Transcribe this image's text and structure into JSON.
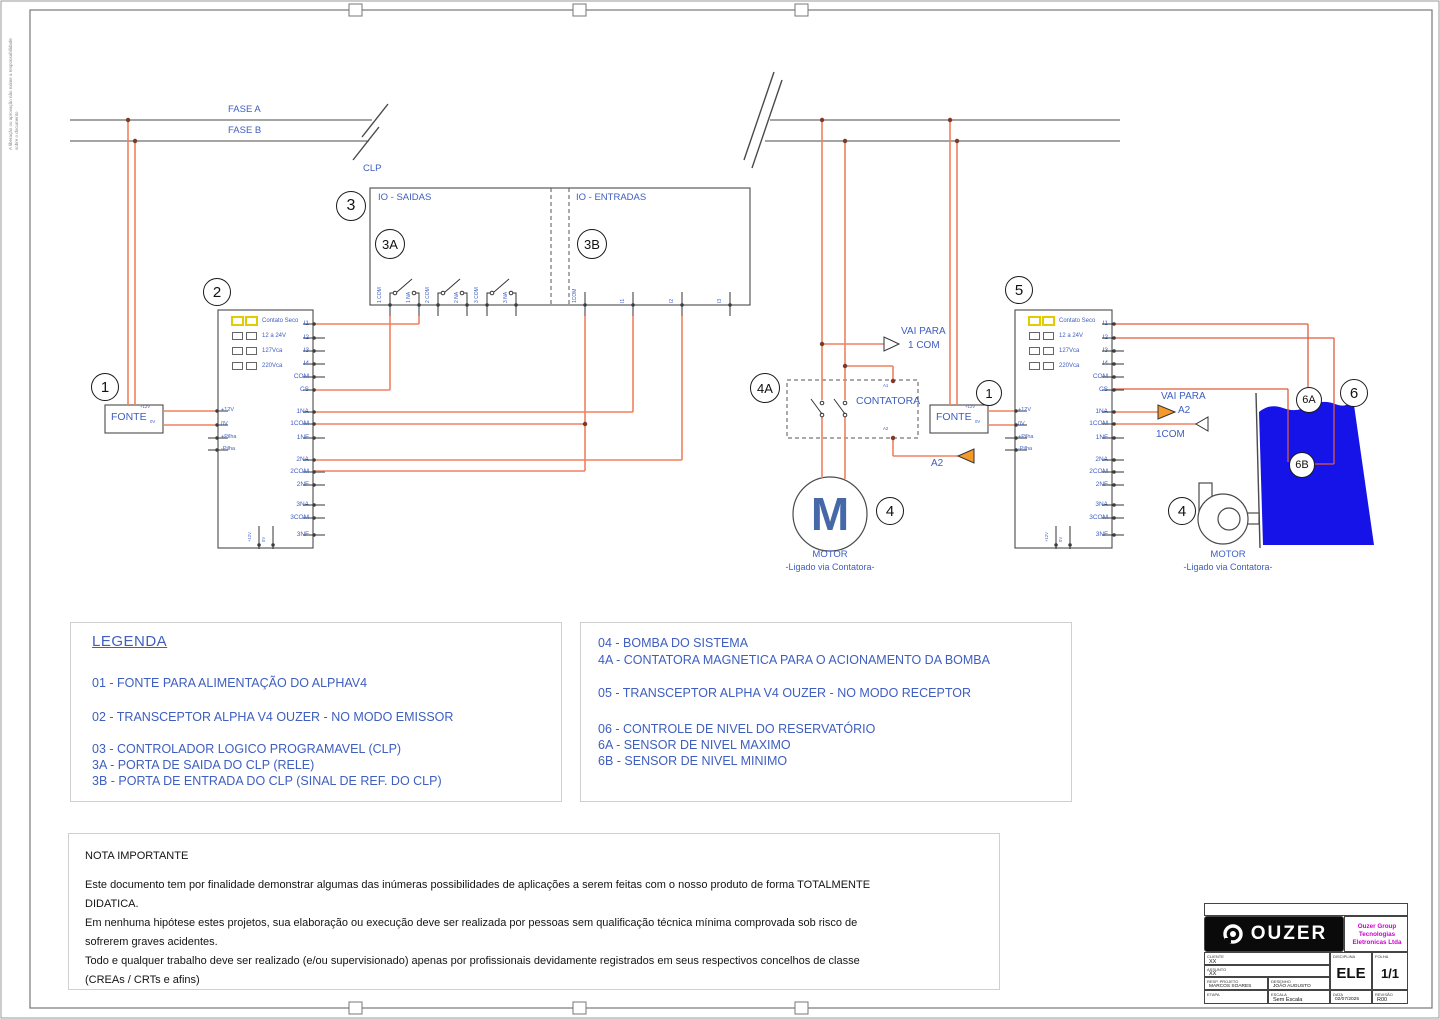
{
  "margin_note": "A liberação ou aprovação não exime a responsabilidade sobre o documento",
  "colors": {
    "wire": "#F0815F",
    "sensor_wire": "#E05A3A",
    "blue": "#3E5EC0",
    "tank": "#1513E8",
    "led_active": "#E0CC00",
    "magenta": "#CC00CC",
    "connector_fill": "#F59A28"
  },
  "bus": {
    "fase_a": "FASE A",
    "fase_b": "FASE B",
    "clp": "CLP"
  },
  "callouts": {
    "c1": "1",
    "c2": "2",
    "c3": "3",
    "c3a": "3A",
    "c3b": "3B",
    "c4": "4",
    "c4a": "4A",
    "c5": "5",
    "c6": "6",
    "c6a": "6A",
    "c6b": "6B"
  },
  "clp": {
    "saidas": "IO - SAIDAS",
    "entradas": "IO - ENTRADAS",
    "saida_terms": [
      "1 COM",
      "1 NA",
      "2 COM",
      "2 NA",
      "3 COM",
      "3 NA"
    ],
    "entrada_terms": [
      "1COM",
      "I1",
      "I2",
      "I3"
    ]
  },
  "fonte": {
    "label": "FONTE",
    "v12": "+12V",
    "v0": "0V"
  },
  "tr": {
    "leds": [
      "Contato Seco",
      "12 a 24V",
      "127Vca",
      "220Vca"
    ],
    "left": [
      "+12V",
      "0V",
      "+Pilha",
      "-Pilha"
    ],
    "inputs": [
      "I1",
      "I2",
      "I3",
      "I4",
      "COM",
      "CS"
    ],
    "relays": [
      "1NA",
      "1COM",
      "1NF",
      "2NA",
      "2COM",
      "2NF",
      "3NA",
      "3COM",
      "3NF"
    ],
    "bottom": [
      "+12V",
      "0V"
    ]
  },
  "contactor": {
    "label": "CONTATORA",
    "a1": "A1",
    "a2": "A2"
  },
  "conn": {
    "vai_para": "VAI PARA",
    "to_1com": "1 COM",
    "a2": "A2",
    "from_1com": "1COM"
  },
  "motor": {
    "m": "M",
    "name": "MOTOR",
    "sub": "-Ligado via Contatora-"
  },
  "legend": {
    "title": "LEGENDA",
    "items_left": [
      "01 - FONTE PARA ALIMENTAÇÃO DO ALPHAV4",
      "02 - TRANSCEPTOR ALPHA V4 OUZER - NO MODO EMISSOR",
      "03 - CONTROLADOR LOGICO PROGRAMAVEL (CLP)",
      "3A - PORTA DE SAIDA DO CLP (RELE)",
      "3B - PORTA DE ENTRADA DO CLP (SINAL DE REF. DO CLP)"
    ],
    "items_right": [
      "04 - BOMBA DO SISTEMA",
      "4A - CONTATORA MAGNETICA PARA O ACIONAMENTO DA BOMBA",
      "05 - TRANSCEPTOR ALPHA V4 OUZER - NO MODO RECEPTOR",
      "06 - CONTROLE DE NIVEL DO RESERVATÓRIO",
      "6A - SENSOR DE NIVEL MAXIMO",
      "6B - SENSOR DE NIVEL MINIMO"
    ]
  },
  "note": {
    "title": "NOTA IMPORTANTE",
    "lines": [
      "Este documento tem por finalidade demonstrar algumas das inúmeras possibilidades de aplicações a serem feitas com o nosso produto de forma TOTALMENTE",
      "DIDATICA.",
      "Em nenhuma hipótese estes projetos, sua elaboração ou execução deve ser realizada por pessoas sem qualificação técnica mínima comprovada sob risco de",
      "sofrerem graves acidentes.",
      " Todo e qualquer trabalho deve ser realizado (e/ou supervisionado) apenas por profissionais devidamente registrados em seus respectivos concelhos de classe",
      "(CREAs / CRTs e afins)"
    ]
  },
  "tb": {
    "brand": "OUZER",
    "company1": "Ouzer Group Tecnologias",
    "company2": "Eletronicas Ltda",
    "cliente_l": "CLIENTE",
    "cliente": "XX",
    "assunto_l": "ASSUNTO",
    "assunto": "XX",
    "resp_l": "RESP. PROJETO",
    "resp": "MARCOS SOARES",
    "desenho_l": "DESENHO",
    "desenho": "JOÃO AUGUSTO",
    "etapa_l": "ETAPA",
    "escala_l": "ESCALA",
    "escala": "Sem Escala",
    "disc_l": "DISCIPLINA",
    "disc": "ELE",
    "folha_l": "FOLHA",
    "folha": "1/1",
    "data_l": "DATA",
    "data": "02/07/2025",
    "rev_l": "REVISÃO",
    "rev": "R00"
  }
}
